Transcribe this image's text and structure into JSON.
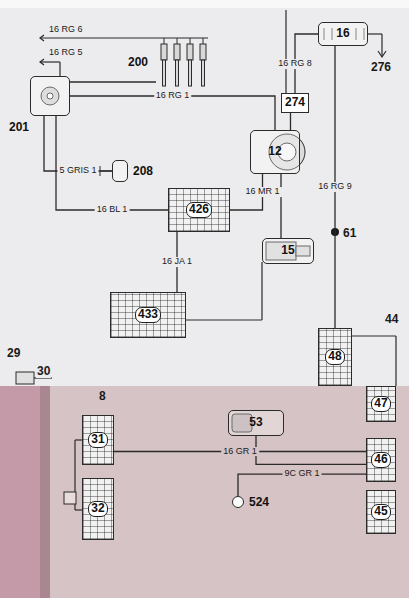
{
  "diagram": {
    "nodes": [
      {
        "text": [
          "200"
        ]
      },
      {
        "text": [
          "201"
        ]
      },
      {
        "text": [
          "208"
        ]
      },
      {
        "text": [
          "12"
        ]
      },
      {
        "text": [
          "426"
        ]
      },
      {
        "text": [
          "433"
        ]
      },
      {
        "text": [
          "15"
        ]
      },
      {
        "text": [
          "16"
        ]
      },
      {
        "text": [
          "274"
        ]
      },
      {
        "text": [
          "48"
        ]
      },
      {
        "text": [
          "47"
        ]
      },
      {
        "text": [
          "46"
        ]
      },
      {
        "text": [
          "45"
        ]
      },
      {
        "text": [
          "31"
        ]
      },
      {
        "text": [
          "32"
        ]
      },
      {
        "text": [
          "53"
        ]
      },
      {
        "text": [
          "524"
        ]
      }
    ],
    "edges": [
      {
        "from": 1,
        "to": 0,
        "arrow": "none"
      },
      {
        "from": 1,
        "to": 3,
        "arrow": "none",
        "label": "16 RG 1"
      },
      {
        "from": 1,
        "to": 2,
        "arrow": "none",
        "label": "5 GRIS 1"
      },
      {
        "from": 1,
        "to": 4,
        "arrow": "none",
        "label": "16 BL 1"
      },
      {
        "from": 4,
        "to": 3,
        "arrow": "none",
        "label": "16 MR 1"
      },
      {
        "from": 7,
        "to": 8,
        "arrow": "none",
        "label": "16 RG 8"
      },
      {
        "from": 8,
        "to": 3,
        "arrow": "none"
      },
      {
        "from": 3,
        "to": 6,
        "arrow": "none"
      },
      {
        "from": 4,
        "to": 5,
        "arrow": "none",
        "label": "16 JA 1"
      },
      {
        "from": 7,
        "to": 9,
        "arrow": "none",
        "label": "16 RG 9"
      },
      {
        "from": 13,
        "to": 11,
        "arrow": "none",
        "label": "16 GR 1"
      },
      {
        "from": 15,
        "to": 11,
        "arrow": "none"
      },
      {
        "from": 16,
        "to": 11,
        "arrow": "none",
        "label": "9C GR 1"
      }
    ],
    "labels": [
      "276",
      "61",
      "44",
      "29",
      "30",
      "8",
      "16 RG 6",
      "16 RG 5"
    ]
  }
}
